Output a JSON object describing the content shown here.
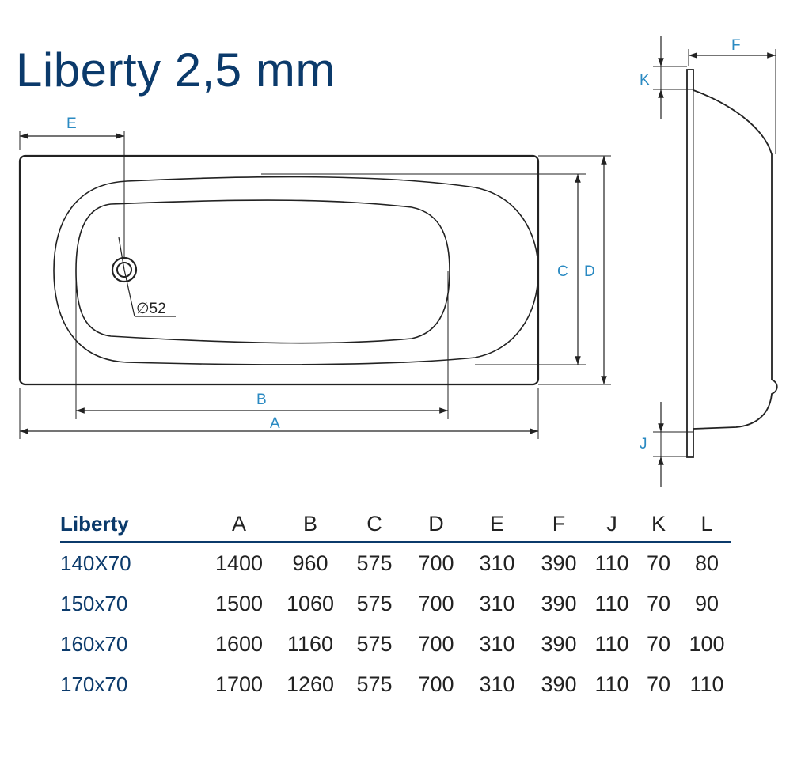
{
  "title": "Liberty 2,5 mm",
  "diagram_labels": {
    "a": "A",
    "b": "B",
    "c": "C",
    "d": "D",
    "e": "E",
    "f": "F",
    "j": "J",
    "k": "K",
    "drain": "∅52"
  },
  "table": {
    "model_header": "Liberty",
    "columns": [
      "A",
      "B",
      "C",
      "D",
      "E",
      "F",
      "J",
      "K",
      "L"
    ],
    "rows": [
      {
        "model": "140X70",
        "values": [
          "1400",
          "960",
          "575",
          "700",
          "310",
          "390",
          "110",
          "70",
          "80"
        ]
      },
      {
        "model": "150x70",
        "values": [
          "1500",
          "1060",
          "575",
          "700",
          "310",
          "390",
          "110",
          "70",
          "90"
        ]
      },
      {
        "model": "160x70",
        "values": [
          "1600",
          "1160",
          "575",
          "700",
          "310",
          "390",
          "110",
          "70",
          "100"
        ]
      },
      {
        "model": "170x70",
        "values": [
          "1700",
          "1260",
          "575",
          "700",
          "310",
          "390",
          "110",
          "70",
          "110"
        ]
      }
    ]
  },
  "colors": {
    "title": "#0b3a6b",
    "dimension_text": "#2a8ac2",
    "line": "#222222"
  }
}
